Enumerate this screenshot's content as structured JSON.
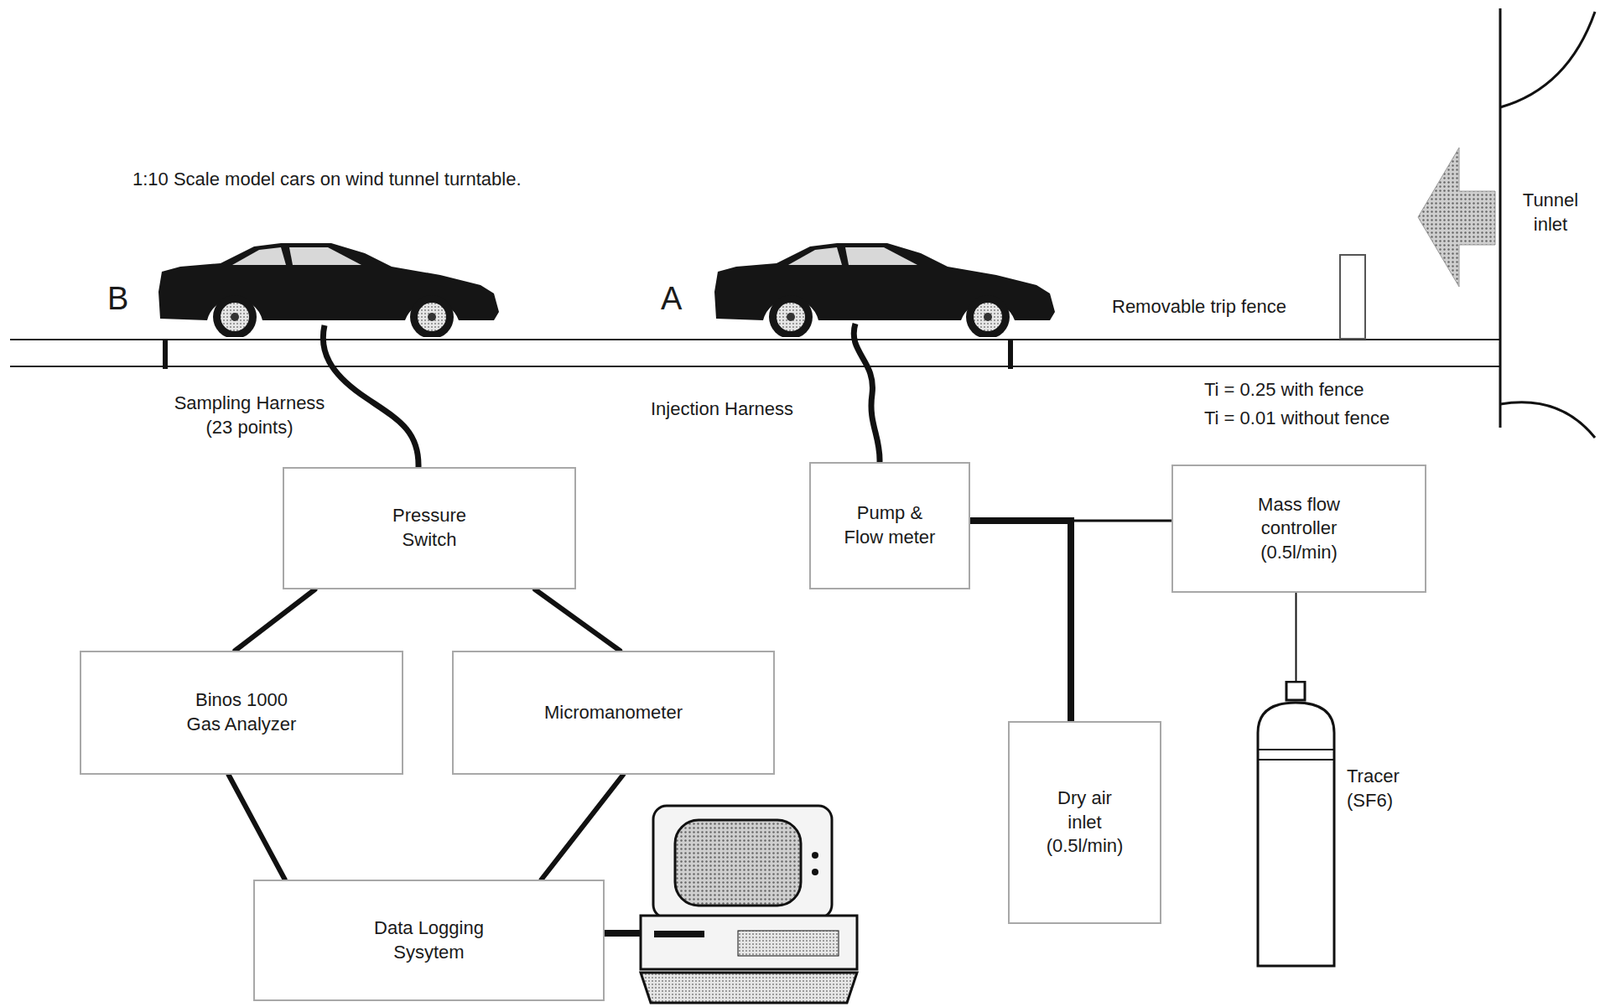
{
  "diagram": {
    "nodes": [
      {
        "text": [
          "Pressure Switch"
        ]
      },
      {
        "text": [
          "Binos 1000 Gas Analyzer"
        ]
      },
      {
        "text": [
          "Micromanometer"
        ]
      },
      {
        "text": [
          "Data Logging Sysytem"
        ]
      },
      {
        "text": [
          "Pump & Flow meter"
        ]
      },
      {
        "text": [
          "Mass flow controller (0.5l/min)"
        ]
      },
      {
        "text": [
          "Dry air inlet (0.5l/min)"
        ]
      },
      {
        "text": [
          "Tracer (SF6)"
        ]
      }
    ],
    "edges": [
      {
        "from": 0,
        "to": 1,
        "arrow": "none"
      },
      {
        "from": 0,
        "to": 2,
        "arrow": "none"
      },
      {
        "from": 1,
        "to": 3,
        "arrow": "none"
      },
      {
        "from": 2,
        "to": 3,
        "arrow": "none"
      },
      {
        "from": 4,
        "to": 5,
        "arrow": "none"
      },
      {
        "from": 6,
        "to": 4,
        "arrow": "none"
      },
      {
        "from": 7,
        "to": 5,
        "arrow": "none"
      }
    ],
    "labels": [
      "1:10 Scale model cars on wind tunnel turntable.",
      "B",
      "A",
      "Removable trip fence",
      "Tunnel inlet",
      "Sampling Harness (23 points)",
      "Injection Harness",
      "Ti = 0.25 with fence",
      "Ti = 0.01 without fence"
    ]
  }
}
